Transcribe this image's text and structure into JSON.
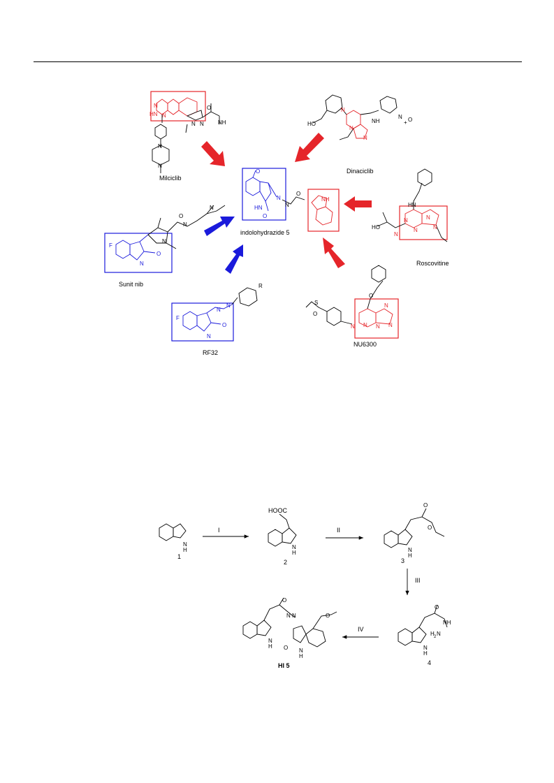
{
  "colors": {
    "red": "#e5252a",
    "blue": "#1a1adb",
    "black": "#000000"
  },
  "figure1": {
    "compounds": {
      "milciclib": "Milciclib",
      "dinaciclib": "Dinaciclib",
      "indolohydrazide": "indolohydrazide 5",
      "roscovitine": "Roscovitine",
      "sunitinib": "Sunit nib",
      "rf32": "RF32",
      "nu6300": "NU6300"
    }
  },
  "scheme": {
    "compounds": {
      "c1": "1",
      "c2": "2",
      "c3": "3",
      "c4": "4",
      "c5": "HI 5"
    },
    "reagents": {
      "r1": "I",
      "r2": "II",
      "r3": "III",
      "r4": "IV"
    },
    "substituent_cooh": "HOOC"
  }
}
